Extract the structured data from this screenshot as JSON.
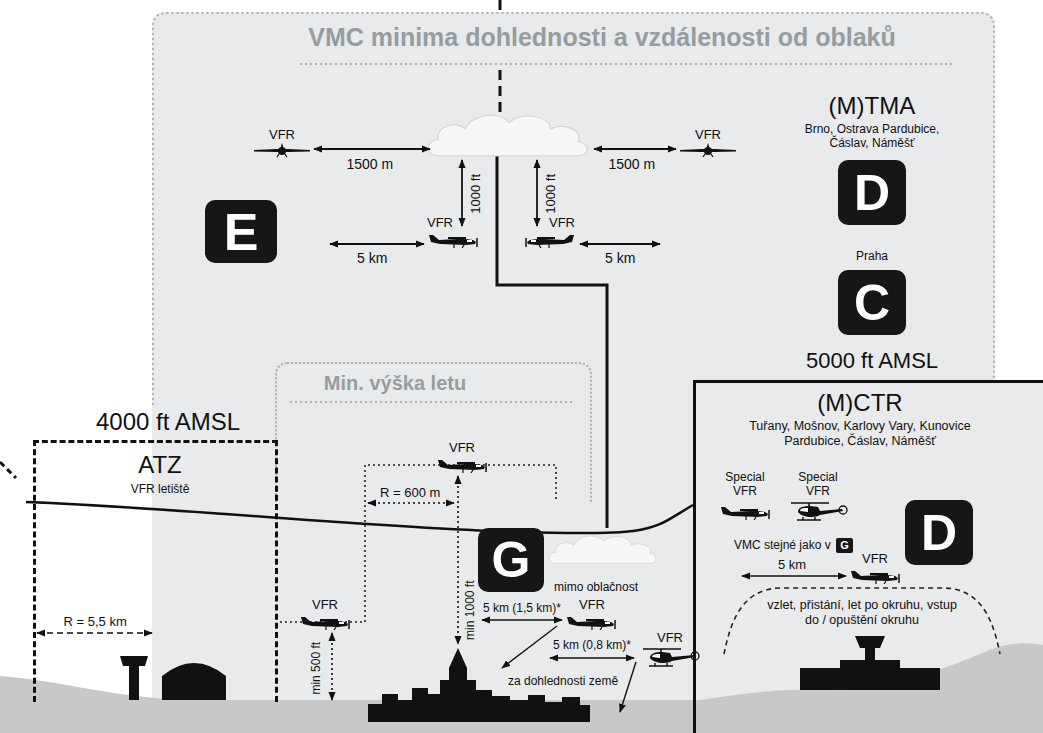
{
  "diagram": {
    "nodes": [
      {
        "text": [
          "VMC minima dohlednosti a vzdálenosti od oblaků"
        ]
      },
      {
        "text": [
          "E"
        ],
        "in": 0
      },
      {
        "text": [
          "D"
        ],
        "in": 0
      },
      {
        "text": [
          "C"
        ],
        "in": 0
      },
      {
        "text": [
          "Min. výška letu"
        ],
        "in": 0
      },
      {
        "text": [
          "G"
        ],
        "in": 0
      },
      {
        "text": [
          "ATZ",
          "VFR letiště"
        ]
      },
      {
        "text": [
          "(M)CTR",
          "Tuřany, Mošnov, Karlovy Vary, Kunovice Pardubice, Čáslav, Náměšť"
        ]
      },
      {
        "text": [
          "G"
        ],
        "in": 7
      },
      {
        "text": [
          "D"
        ],
        "in": 7
      },
      {
        "text": [
          "vzlet, přistání, let po okruhu, vstup do / opuštění okruhu"
        ],
        "in": 7
      }
    ],
    "labels": [
      "VFR",
      "1500 m",
      "VFR",
      "1500 m",
      "1000 ft",
      "1000 ft",
      "VFR",
      "5 km",
      "VFR",
      "5 km",
      "(M)TMA",
      "Brno, Ostrava Pardubice, Čáslav, Náměšť",
      "Praha",
      "5000 ft AMSL",
      "4000 ft AMSL",
      "R = 5,5 km",
      "VFR",
      "R = 600 m",
      "min 1000 ft",
      "VFR",
      "min 500 ft",
      "mimo oblačnost",
      "5 km (1,5 km)*",
      "VFR",
      "5 km (0,8 km)*",
      "VFR",
      "za dohlednosti země",
      "Special VFR",
      "Special VFR",
      "VMC stejné jako v",
      "5 km",
      "VFR"
    ]
  }
}
